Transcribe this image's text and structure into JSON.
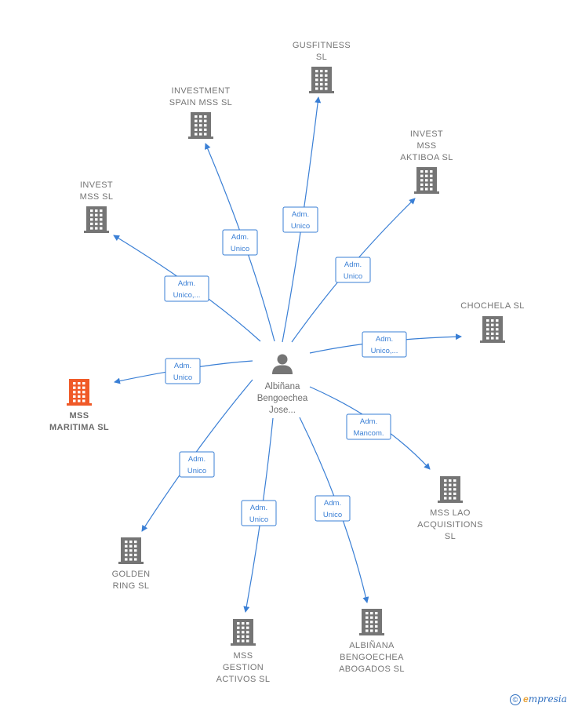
{
  "center": {
    "name_lines": [
      "Albiñana",
      "Bengoechea",
      "Jose..."
    ]
  },
  "companies": [
    {
      "id": "gusfitness",
      "lines": [
        "GUSFITNESS",
        "SL"
      ],
      "highlight": false
    },
    {
      "id": "investment-spain",
      "lines": [
        "INVESTMENT",
        "SPAIN MSS  SL"
      ],
      "highlight": false
    },
    {
      "id": "invest-mss-aktiboa",
      "lines": [
        "INVEST",
        "MSS",
        "AKTIBOA  SL"
      ],
      "highlight": false
    },
    {
      "id": "invest-mss",
      "lines": [
        "INVEST",
        "MSS  SL"
      ],
      "highlight": false
    },
    {
      "id": "chochela",
      "lines": [
        "CHOCHELA SL"
      ],
      "highlight": false
    },
    {
      "id": "mss-maritima",
      "lines": [
        "MSS",
        "MARITIMA  SL"
      ],
      "highlight": true
    },
    {
      "id": "mss-lao",
      "lines": [
        "MSS LAO",
        "ACQUISITIONS",
        "SL"
      ],
      "highlight": false
    },
    {
      "id": "golden-ring",
      "lines": [
        "GOLDEN",
        "RING  SL"
      ],
      "highlight": false
    },
    {
      "id": "mss-gestion",
      "lines": [
        "MSS",
        "GESTION",
        "ACTIVOS  SL"
      ],
      "highlight": false
    },
    {
      "id": "albinana-abogados",
      "lines": [
        "ALBIÑANA",
        "BENGOECHEA",
        "ABOGADOS SL"
      ],
      "highlight": false
    }
  ],
  "relations": [
    {
      "to": "gusfitness",
      "lines": [
        "Adm.",
        "Unico"
      ]
    },
    {
      "to": "investment-spain",
      "lines": [
        "Adm.",
        "Unico"
      ]
    },
    {
      "to": "invest-mss-aktiboa",
      "lines": [
        "Adm.",
        "Unico"
      ]
    },
    {
      "to": "invest-mss",
      "lines": [
        "Adm.",
        "Unico,..."
      ]
    },
    {
      "to": "chochela",
      "lines": [
        "Adm.",
        "Unico,..."
      ]
    },
    {
      "to": "mss-maritima",
      "lines": [
        "Adm.",
        "Unico"
      ]
    },
    {
      "to": "mss-lao",
      "lines": [
        "Adm.",
        "Mancom."
      ]
    },
    {
      "to": "golden-ring",
      "lines": [
        "Adm.",
        "Unico"
      ]
    },
    {
      "to": "mss-gestion",
      "lines": [
        "Adm.",
        "Unico"
      ]
    },
    {
      "to": "albinana-abogados",
      "lines": [
        "Adm.",
        "Unico"
      ]
    }
  ],
  "colors": {
    "edge": "#3a7fd5",
    "building": "#757575",
    "building_highlight": "#f05a28",
    "person": "#757575"
  },
  "icons": {
    "company": "building-icon",
    "person": "person-icon",
    "copyright": "copyright-icon"
  },
  "watermark": {
    "symbol": "©",
    "brand_initial": "e",
    "brand_rest": "mpresia"
  }
}
